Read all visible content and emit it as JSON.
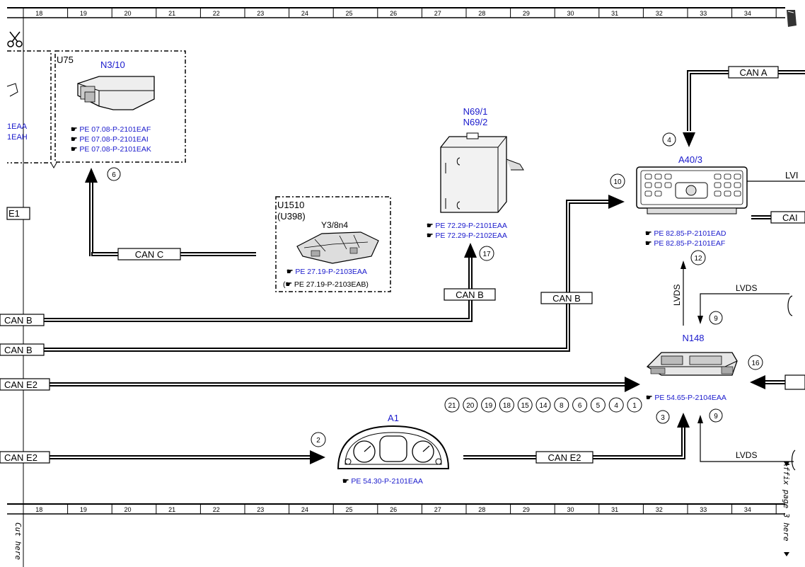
{
  "ruler": {
    "top_numbers": [
      "18",
      "19",
      "20",
      "21",
      "22",
      "23",
      "24",
      "25",
      "26",
      "27",
      "28",
      "29",
      "30",
      "31",
      "32",
      "33",
      "34"
    ],
    "bottom_numbers": [
      "18",
      "19",
      "20",
      "21",
      "22",
      "23",
      "24",
      "25",
      "26",
      "27",
      "28",
      "29",
      "30",
      "31",
      "32",
      "33",
      "34"
    ]
  },
  "side_text": {
    "cut_here": "Cut here",
    "affix": "Affix page 3 here"
  },
  "left_partial": {
    "ref1": "1EAA",
    "ref2": "1EAH",
    "box_label": "E1"
  },
  "components": {
    "u75": {
      "group": "U75",
      "name": "N3/10",
      "refs": [
        "PE 07.08-P-2101EAF",
        "PE 07.08-P-2101EAI",
        "PE 07.08-P-2101EAK"
      ]
    },
    "u1510": {
      "group1": "U1510",
      "group2": "(U398)",
      "name": "Y3/8n4",
      "refs": [
        "PE 27.19-P-2103EAA",
        "PE 27.19-P-2103EAB)"
      ],
      "paren_open": "("
    },
    "n69": {
      "name1": "N69/1",
      "name2": "N69/2",
      "refs": [
        "PE 72.29-P-2101EAA",
        "PE 72.29-P-2102EAA"
      ]
    },
    "a40": {
      "name": "A40/3",
      "refs": [
        "PE 82.85-P-2101EAD",
        "PE 82.85-P-2101EAF"
      ]
    },
    "n148": {
      "name": "N148",
      "refs": [
        "PE 54.65-P-2104EAA"
      ]
    },
    "a1": {
      "name": "A1",
      "refs": [
        "PE 54.30-P-2101EAA"
      ]
    }
  },
  "bus_labels": {
    "can_a": "CAN A",
    "can_c": "CAN C",
    "can_b_n69": "CAN B",
    "can_b_a40": "CAN B",
    "can_e2_bottom": "CAN E2",
    "left_can_b1": "CAN B",
    "left_can_b2": "CAN B",
    "left_can_e2_1": "CAN E2",
    "left_can_e2_2": "CAN E2",
    "lvds_vertical": "LVDS",
    "lvds_upper": "LVDS",
    "lvds_lower": "LVDS",
    "lvi_partial": "LVI",
    "cai_partial": "CAI"
  },
  "markers": {
    "m4": "4",
    "m6": "6",
    "m10": "10",
    "m17": "17",
    "m12": "12",
    "m9a": "9",
    "m16": "16",
    "m3": "3",
    "m9b": "9",
    "m2": "2",
    "row": [
      "21",
      "20",
      "19",
      "18",
      "15",
      "14",
      "8",
      "6",
      "5",
      "4",
      "1"
    ]
  },
  "colors": {
    "accent_text": "#1a1acc",
    "line": "#000000"
  }
}
